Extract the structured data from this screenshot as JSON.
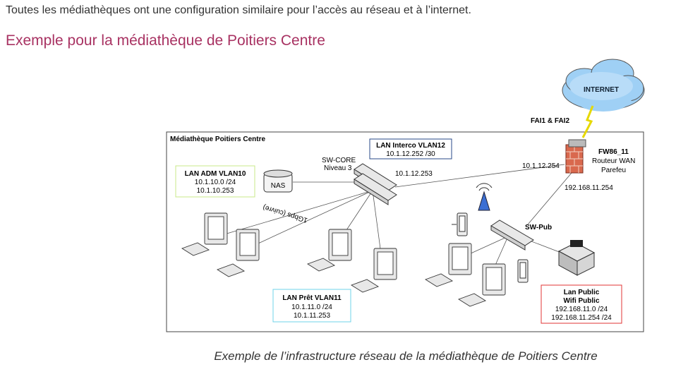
{
  "intro": "Toutes les médiathèques ont une configuration similaire pour l’accès au réseau et à l’internet.",
  "heading": "Exemple pour la médiathèque de Poitiers Centre",
  "caption": "Exemple de l’infrastructure réseau de la médiathèque de Poitiers Centre",
  "diagram": {
    "frame_title": "Médiathèque Poitiers Centre",
    "internet": "INTERNET",
    "fai": "FAI1 & FAI2",
    "router": {
      "name": "FW86_11",
      "role1": "Routeur WAN",
      "role2": "Parefeu",
      "ip_core": "10.1.12.254",
      "ip_pub": "192.168.11.254"
    },
    "core": {
      "name": "SW-CORE",
      "level": "Niveau 3",
      "ip": "10.1.12.253"
    },
    "nas": "NAS",
    "cable": "1Gbps (cuivre)",
    "swpub": "SW-Pub",
    "lan_interco": {
      "title": "LAN Interco VLAN12",
      "net": "10.1.12.252 /30"
    },
    "lan_adm": {
      "title": "LAN ADM VLAN10",
      "net": "10.1.10.0 /24",
      "gw": "10.1.10.253"
    },
    "lan_pret": {
      "title": "LAN Prêt VLAN11",
      "net": "10.1.11.0 /24",
      "gw": "10.1.11.253"
    },
    "lan_public": {
      "title1": "Lan Public",
      "title2": "Wifi Public",
      "net": "192.168.11.0 /24",
      "gw": "192.168.11.254 /24"
    },
    "colors": {
      "adm": "#c8e88a",
      "interco": "#2a4a8a",
      "pret": "#6fd3ea",
      "public": "#e03535",
      "heading": "#a83262"
    }
  }
}
